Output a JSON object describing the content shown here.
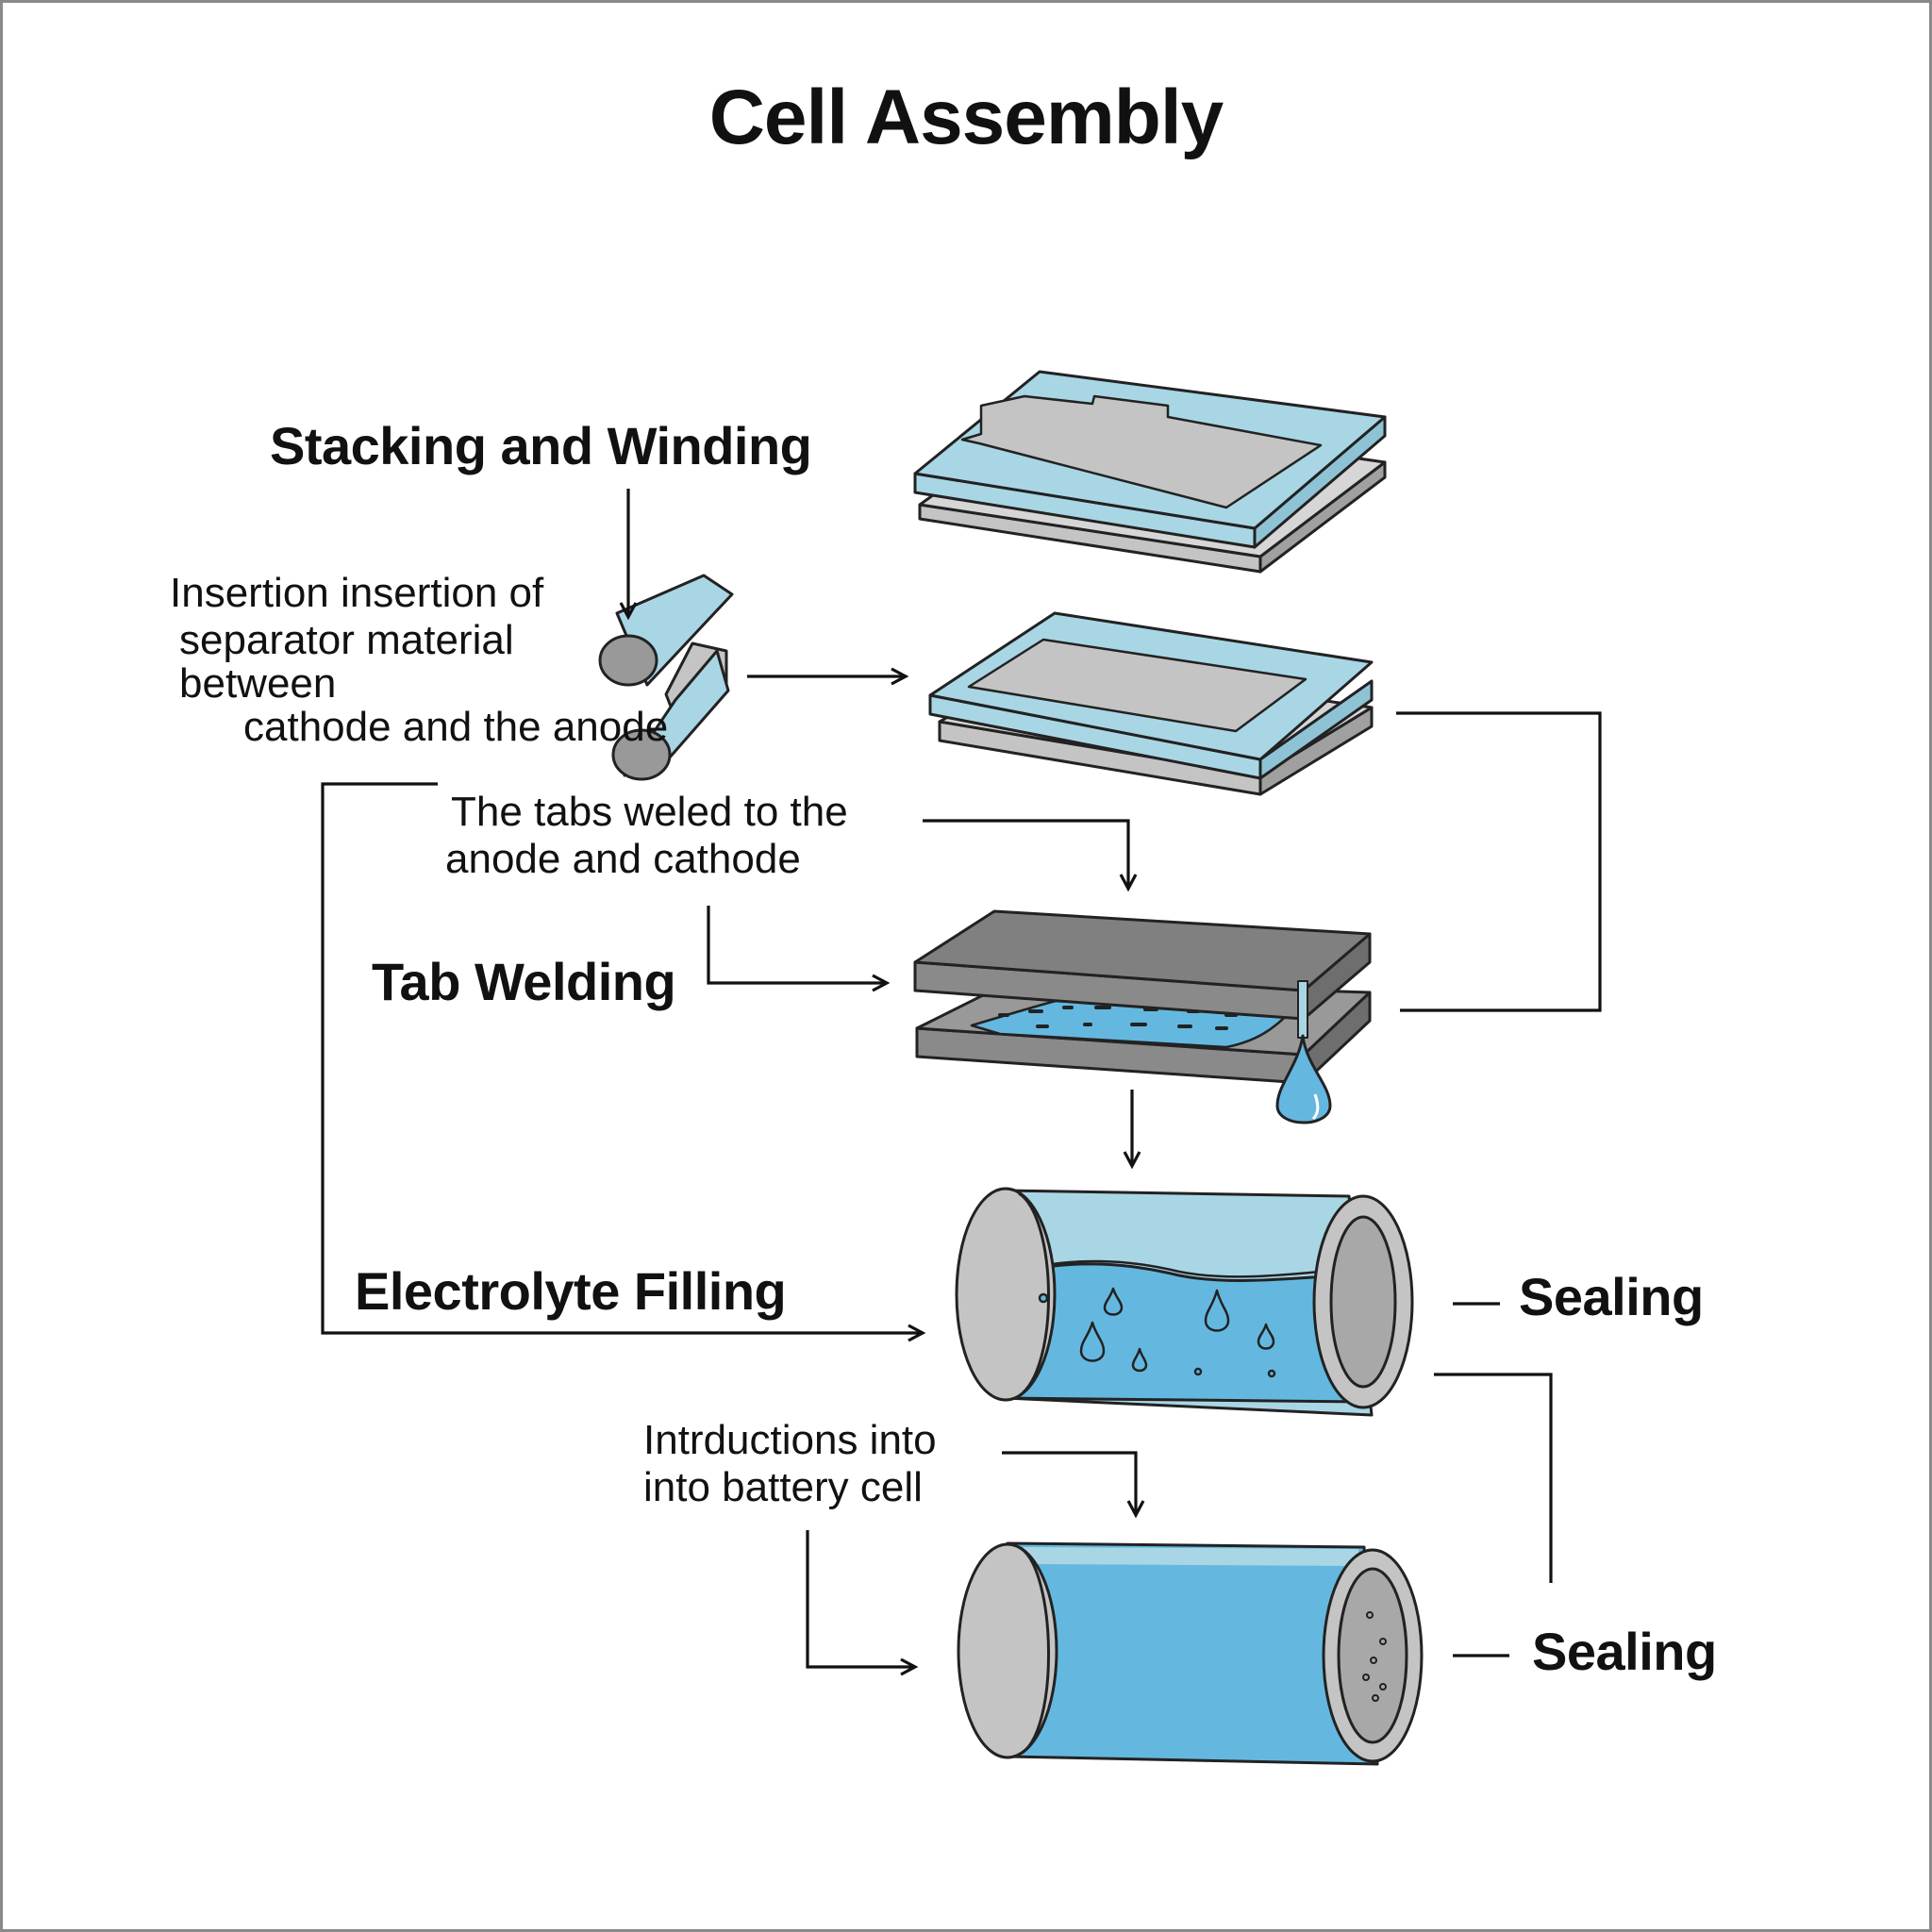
{
  "title": "Cell Assembly",
  "steps": {
    "stacking": "Stacking and Winding",
    "tab_welding": "Tab Welding",
    "electrolyte": "Electrolyte Filling",
    "sealing_top": "Sealing",
    "sealing_bottom": "Sealing"
  },
  "notes": {
    "separator": [
      "Insertion insertion of",
      "separator material",
      "between",
      "cathode and the anode"
    ],
    "tabs": [
      "The tabs weled to the",
      "anode and cathode"
    ],
    "introduction": [
      "Intrductions into",
      "into battery cell"
    ]
  },
  "colors": {
    "separator_blue": "#a9d6e5",
    "electrode_gray": "#c4c4c4",
    "plate_dark": "#808080",
    "electrolyte_blue": "#64b8e0",
    "outline": "#222222"
  }
}
